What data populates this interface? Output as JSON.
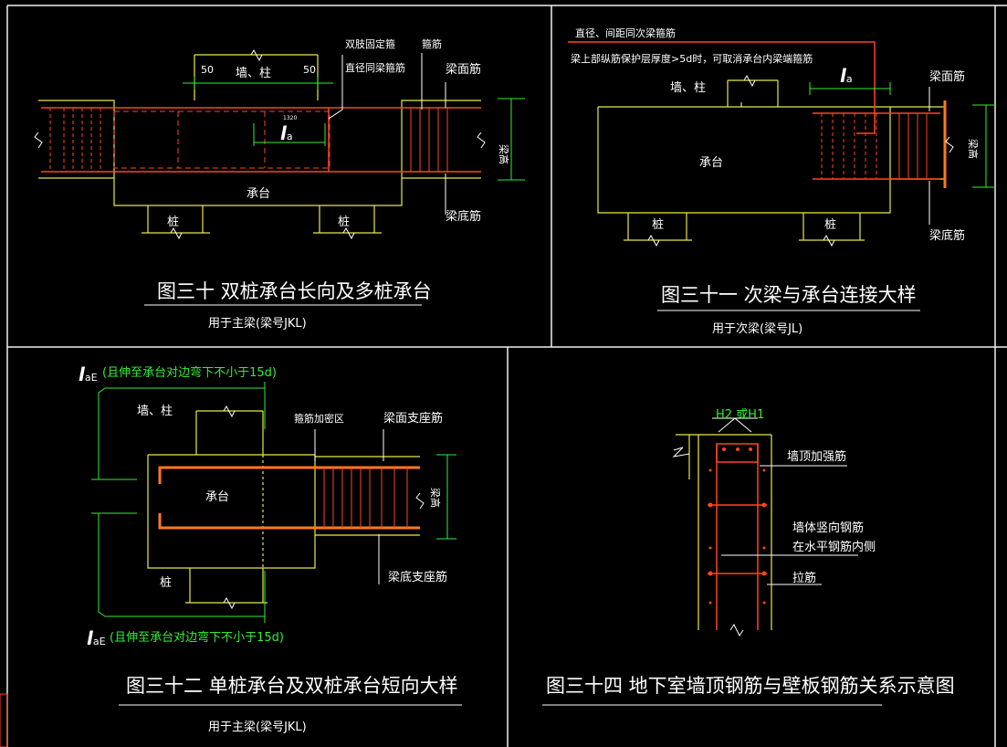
{
  "colors": {
    "background": "#000000",
    "frame": "#f0f0f0",
    "outline": "#e8e84a",
    "rebar": "#ff4422",
    "orange_bar": "#ff7a1a",
    "dim": "#33ee33",
    "text": "#ffffff",
    "stirrup_dash": "#ff4422"
  },
  "fig30": {
    "caption": "图三十  双桩承台长向及多桩承台",
    "note": "用于主梁(梁号JKL)",
    "labels": {
      "wall_col": "墙、柱",
      "dim_50_left": "50",
      "dim_50_right": "50",
      "fix_stirrup_line1": "双肢固定箍",
      "fix_stirrup_line2": "直径同梁箍筋",
      "stirrup": "箍筋",
      "beam_top": "梁面筋",
      "beam_bottom": "梁底筋",
      "cap": "承台",
      "pile_left": "桩",
      "pile_right": "桩",
      "beam_height": "梁高",
      "la": "l",
      "la_sub": "a",
      "small_dim": "1320"
    }
  },
  "fig31": {
    "caption": "图三十一  次梁与承台连接大样",
    "note": "用于次梁(梁号JL)",
    "labels": {
      "header_line1": "直径、间距同次梁箍筋",
      "header_line2": "梁上部纵筋保护层厚度>5d时，可取消承台内梁端箍筋",
      "wall_col": "墙、柱",
      "beam_top": "梁面筋",
      "beam_bottom": "梁底筋",
      "cap": "承台",
      "pile_left": "桩",
      "pile_right": "桩",
      "beam_height": "梁高",
      "la": "l",
      "la_sub": "a"
    }
  },
  "fig32": {
    "caption": "图三十二  单桩承台及双桩承台短向大样",
    "note": "用于主梁(梁号JKL)",
    "labels": {
      "lae_top": "l",
      "lae_top_sub": "aE",
      "lae_top_note": "(且伸至承台对边弯下不小于15d)",
      "lae_bottom": "l",
      "lae_bottom_sub": "aE",
      "lae_bottom_note": "(且伸至承台对边弯下不小于15d)",
      "wall_col": "墙、柱",
      "stirrup_dense": "箍筋加密区",
      "beam_top_support": "梁面支座筋",
      "beam_bottom_support": "梁底支座筋",
      "cap": "承台",
      "pile": "桩",
      "beam_height": "梁高"
    }
  },
  "fig34": {
    "caption": "图三十四  地下室墙顶钢筋与壁板钢筋关系示意图",
    "labels": {
      "elev": "H2 或H1",
      "wall_top_rebar": "墙顶加强筋",
      "vertical_line1": "墙体竖向钢筋",
      "vertical_line2": "在水平钢筋内侧",
      "tie": "拉筋"
    }
  }
}
